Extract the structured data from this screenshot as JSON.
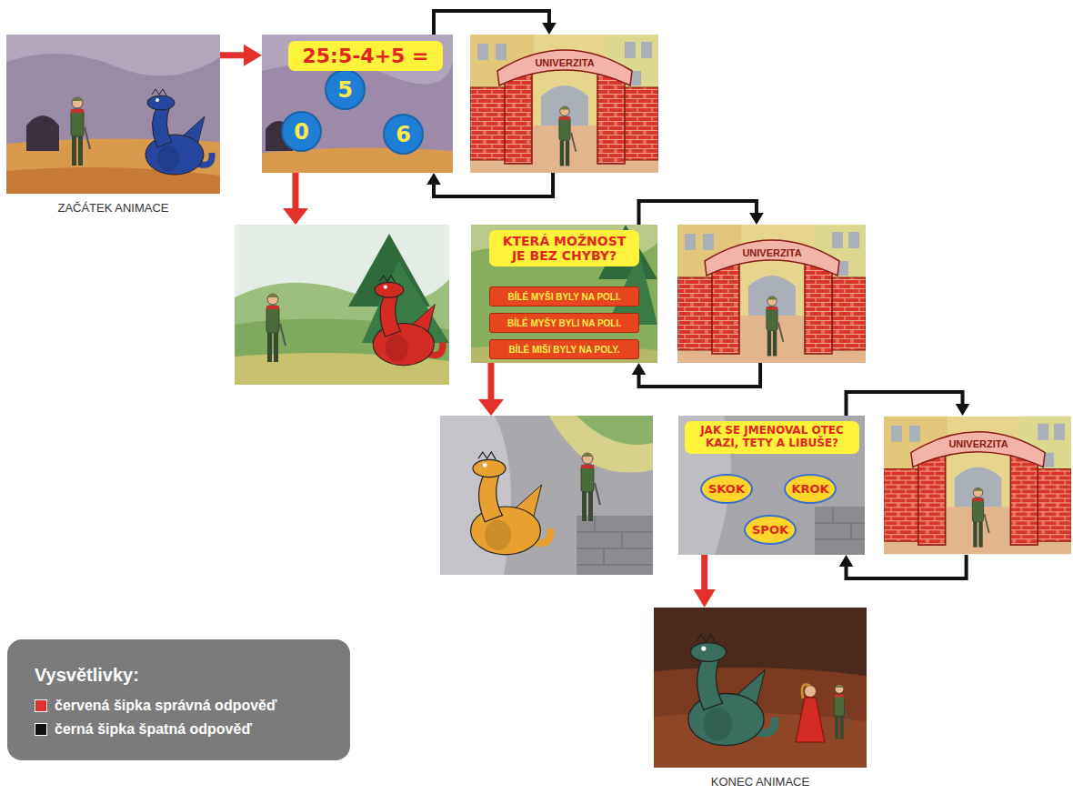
{
  "diagram": {
    "nodes": [
      {
        "text": [
          "ZAČÁTEK ANIMACE"
        ]
      },
      {
        "text": [
          "25:5-4+5 ="
        ]
      },
      {
        "text": [
          "0"
        ],
        "in": 1
      },
      {
        "text": [
          "5"
        ],
        "in": 1
      },
      {
        "text": [
          "6"
        ],
        "in": 1
      },
      {
        "text": [
          "UNIVERZITA"
        ]
      },
      {
        "text": [
          "KTERÁ MOŽNOST JE BEZ CHYBY?"
        ]
      },
      {
        "text": [
          "BÍLÉ MYŠI BYLY NA POLI."
        ],
        "in": 6
      },
      {
        "text": [
          "BÍLÉ MYŠY BYLI NA POLI."
        ],
        "in": 6
      },
      {
        "text": [
          "BÍLÉ MIŠI BYLY NA POLY."
        ],
        "in": 6
      },
      {
        "text": [
          "UNIVERZITA"
        ]
      },
      {
        "text": [
          "JAK SE JMENOVAL OTEC KAZI, TETY A LIBUŠE?"
        ]
      },
      {
        "text": [
          "SKOK"
        ],
        "in": 11
      },
      {
        "text": [
          "KROK"
        ],
        "in": 11
      },
      {
        "text": [
          "SPOK"
        ],
        "in": 11
      },
      {
        "text": [
          "UNIVERZITA"
        ]
      },
      {
        "text": [
          "KONEC ANIMACE"
        ]
      }
    ],
    "edges": [
      {
        "from": 0,
        "to": 1,
        "arrow": "to"
      },
      {
        "from": 1,
        "to": 5,
        "arrow": "to"
      },
      {
        "from": 5,
        "to": 1,
        "arrow": "to"
      },
      {
        "from": 6,
        "to": 10,
        "arrow": "to"
      },
      {
        "from": 10,
        "to": 6,
        "arrow": "to"
      },
      {
        "from": 11,
        "to": 15,
        "arrow": "to"
      },
      {
        "from": 15,
        "to": 11,
        "arrow": "to"
      },
      {
        "from": 11,
        "to": 16,
        "arrow": "to"
      }
    ],
    "labels": [
      "Vysvětlivky:"
    ],
    "legend": [
      {
        "text": "červená šipka správná odpověď",
        "color": "#e3302a"
      },
      {
        "text": "černá šipka špatná odpověď",
        "color": "#111111"
      }
    ]
  }
}
